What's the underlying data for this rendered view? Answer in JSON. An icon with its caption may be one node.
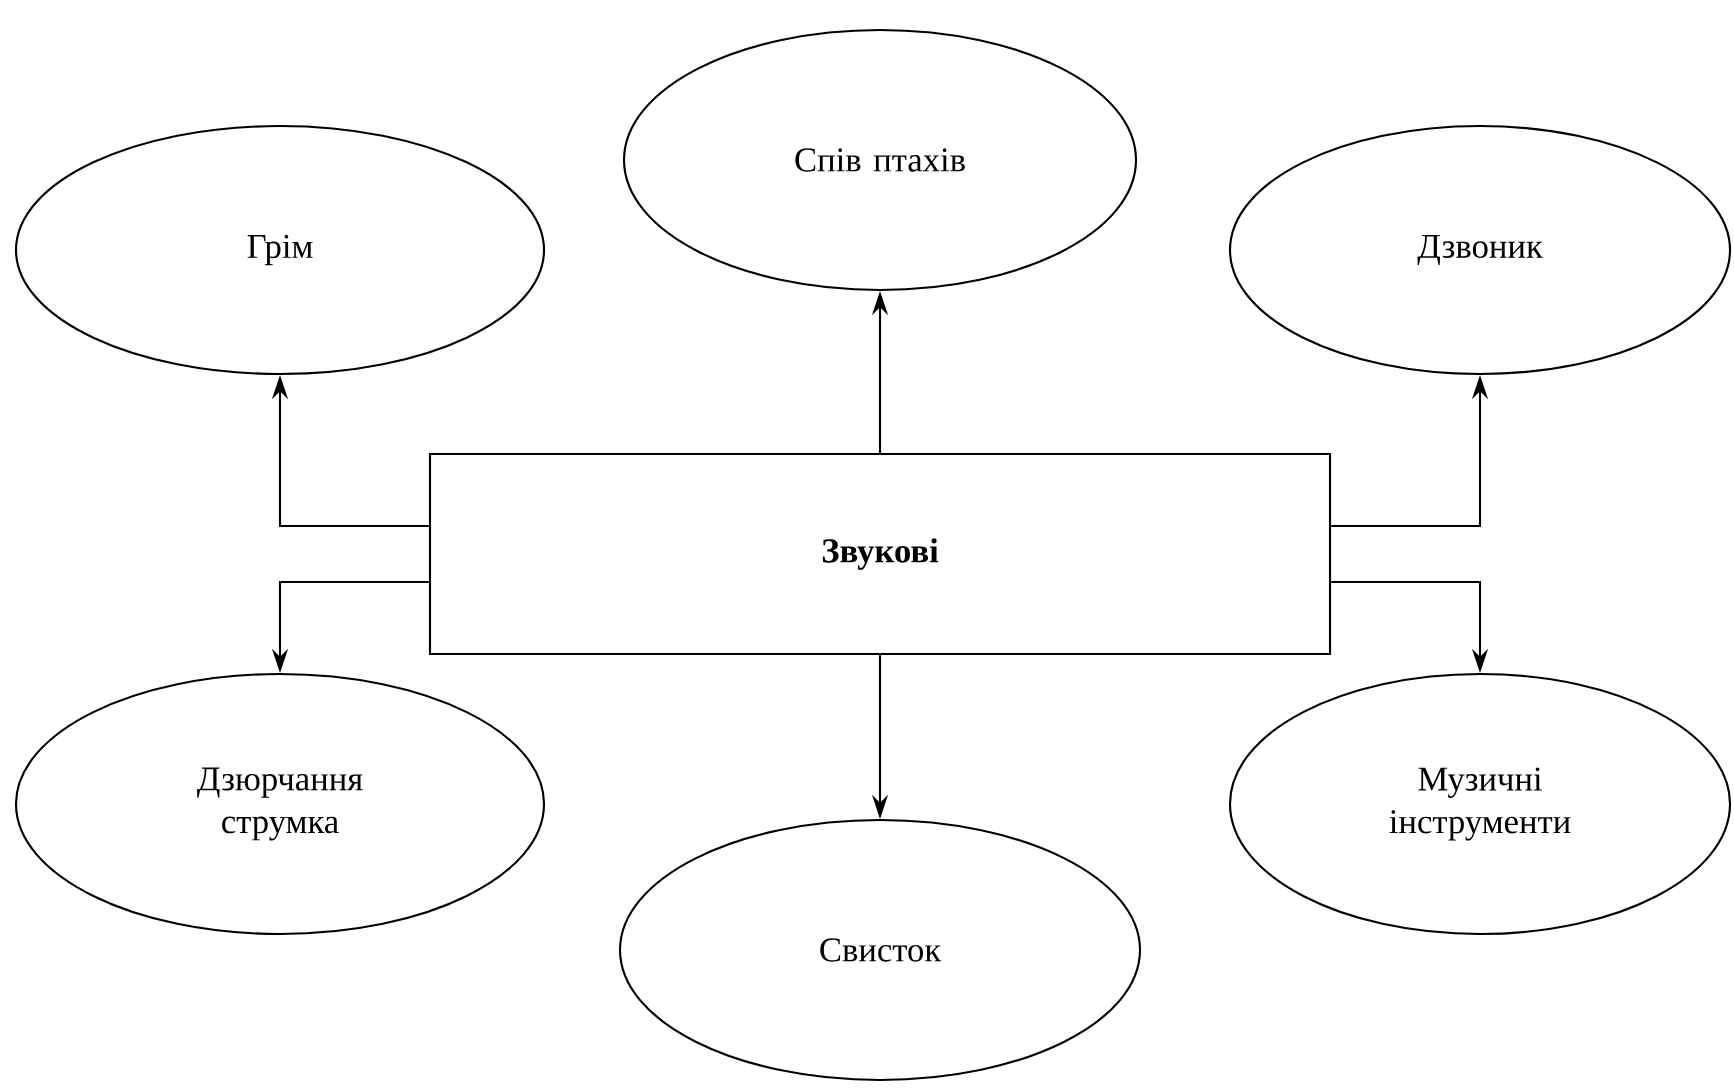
{
  "diagram": {
    "nodes": [
      {
        "text": [
          "Звукові"
        ]
      },
      {
        "text": [
          "Грім"
        ]
      },
      {
        "text": [
          "Спів птахів"
        ]
      },
      {
        "text": [
          "Дзвоник"
        ]
      },
      {
        "text": [
          "Дзюрчання струмка"
        ]
      },
      {
        "text": [
          "Свисток"
        ]
      },
      {
        "text": [
          "Музичні інструменти"
        ]
      }
    ],
    "edges": [
      {
        "from": 0,
        "to": 1,
        "arrow": "to"
      },
      {
        "from": 0,
        "to": 2,
        "arrow": "to"
      },
      {
        "from": 0,
        "to": 3,
        "arrow": "to"
      },
      {
        "from": 0,
        "to": 4,
        "arrow": "to"
      },
      {
        "from": 0,
        "to": 5,
        "arrow": "to"
      },
      {
        "from": 0,
        "to": 6,
        "arrow": "to"
      }
    ]
  }
}
